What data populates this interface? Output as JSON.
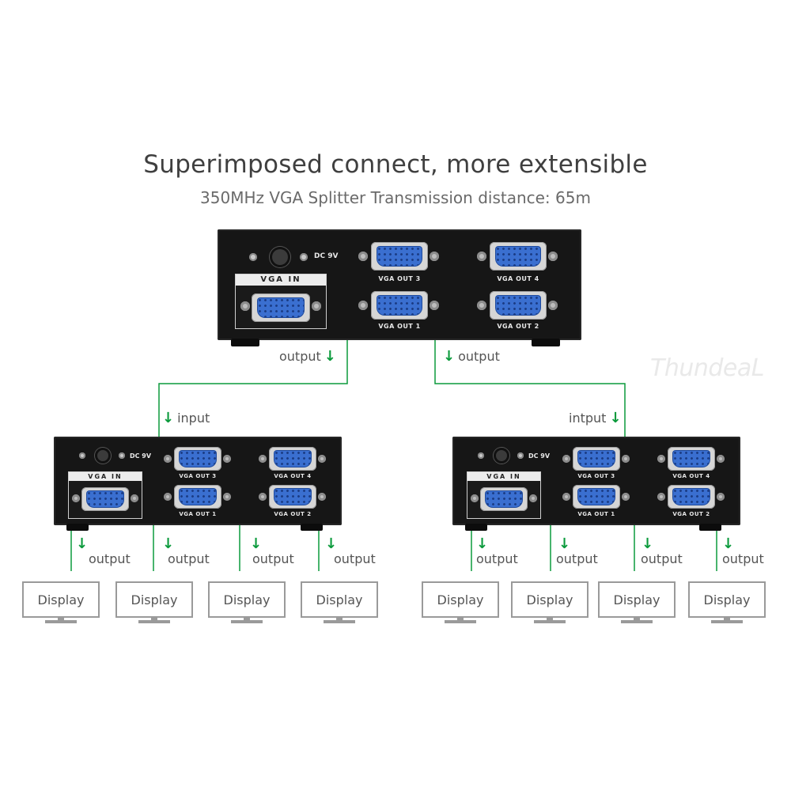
{
  "header": {
    "title": "Superimposed connect, more extensible",
    "subtitle": "350MHz VGA Splitter Transmission distance: 65m"
  },
  "watermark": "ThundeaL",
  "colors": {
    "wire": "#0b9a3c",
    "port_blue": "#3a6fd0",
    "unit_body": "#161616"
  },
  "device_labels": {
    "vga_in": "VGA IN",
    "dc": "DC 9V",
    "out1": "VGA OUT 1",
    "out2": "VGA OUT 2",
    "out3": "VGA OUT 3",
    "out4": "VGA OUT 4"
  },
  "connections": {
    "top_left_output": "output",
    "top_right_output": "output",
    "left_input": "input",
    "right_input": "intput"
  },
  "outputs": [
    "output",
    "output",
    "output",
    "output",
    "output",
    "output",
    "output",
    "output"
  ],
  "displays": [
    "Display",
    "Display",
    "Display",
    "Display",
    "Display",
    "Display",
    "Display",
    "Display"
  ],
  "arrow_icon": "↓"
}
